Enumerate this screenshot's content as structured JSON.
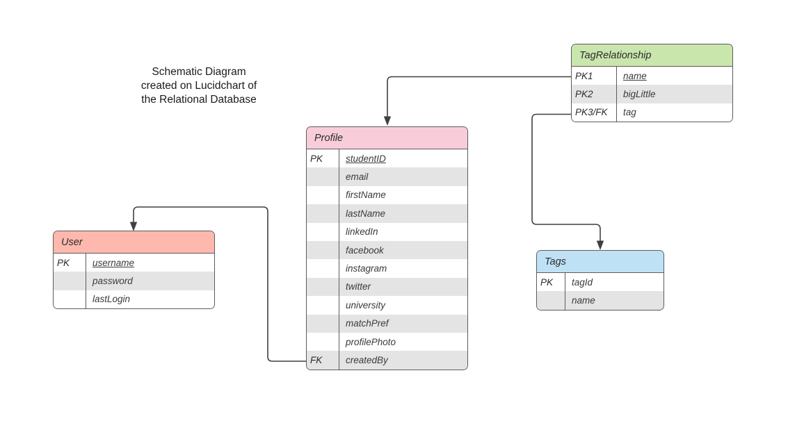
{
  "caption": {
    "text": "Schematic Diagram\ncreated on Lucidchart of\nthe Relational Database"
  },
  "colors": {
    "profile_header": "#f8cdd9",
    "user_header": "#ffb8ae",
    "tagrelationship_header": "#c9e6ac",
    "tags_header": "#bfe1f6",
    "row_stripe": "#e4e4e4",
    "border": "#5b5b5b",
    "connector": "#3f3f3f",
    "text": "#2b2b2b"
  },
  "entities": {
    "user": {
      "title": "User",
      "rows": [
        {
          "key": "PK",
          "attr": "username",
          "underline": true
        },
        {
          "key": "",
          "attr": "password",
          "underline": false
        },
        {
          "key": "",
          "attr": "lastLogin",
          "underline": false
        }
      ]
    },
    "profile": {
      "title": "Profile",
      "rows": [
        {
          "key": "PK",
          "attr": "studentID",
          "underline": true
        },
        {
          "key": "",
          "attr": "email",
          "underline": false
        },
        {
          "key": "",
          "attr": "firstName",
          "underline": false
        },
        {
          "key": "",
          "attr": "lastName",
          "underline": false
        },
        {
          "key": "",
          "attr": "linkedIn",
          "underline": false
        },
        {
          "key": "",
          "attr": "facebook",
          "underline": false
        },
        {
          "key": "",
          "attr": "instagram",
          "underline": false
        },
        {
          "key": "",
          "attr": "twitter",
          "underline": false
        },
        {
          "key": "",
          "attr": "university",
          "underline": false
        },
        {
          "key": "",
          "attr": "matchPref",
          "underline": false
        },
        {
          "key": "",
          "attr": "profilePhoto",
          "underline": false
        },
        {
          "key": "FK",
          "attr": "createdBy",
          "underline": false
        }
      ]
    },
    "tagrelationship": {
      "title": "TagRelationship",
      "rows": [
        {
          "key": "PK1",
          "attr": "name",
          "underline": true
        },
        {
          "key": "PK2",
          "attr": "bigLittle",
          "underline": false
        },
        {
          "key": "PK3/FK",
          "attr": "tag",
          "underline": false
        }
      ]
    },
    "tags": {
      "title": "Tags",
      "rows": [
        {
          "key": "PK",
          "attr": "tagId",
          "underline": false
        },
        {
          "key": "",
          "attr": "name",
          "underline": false
        }
      ]
    }
  },
  "relationships": [
    {
      "name": "tagrelationship-name-to-profile",
      "from": "TagRelationship.name",
      "to": "Profile"
    },
    {
      "name": "tagrelationship-tag-to-tags",
      "from": "TagRelationship.tag",
      "to": "Tags"
    },
    {
      "name": "profile-createdby-to-user",
      "from": "Profile.createdBy",
      "to": "User"
    }
  ]
}
